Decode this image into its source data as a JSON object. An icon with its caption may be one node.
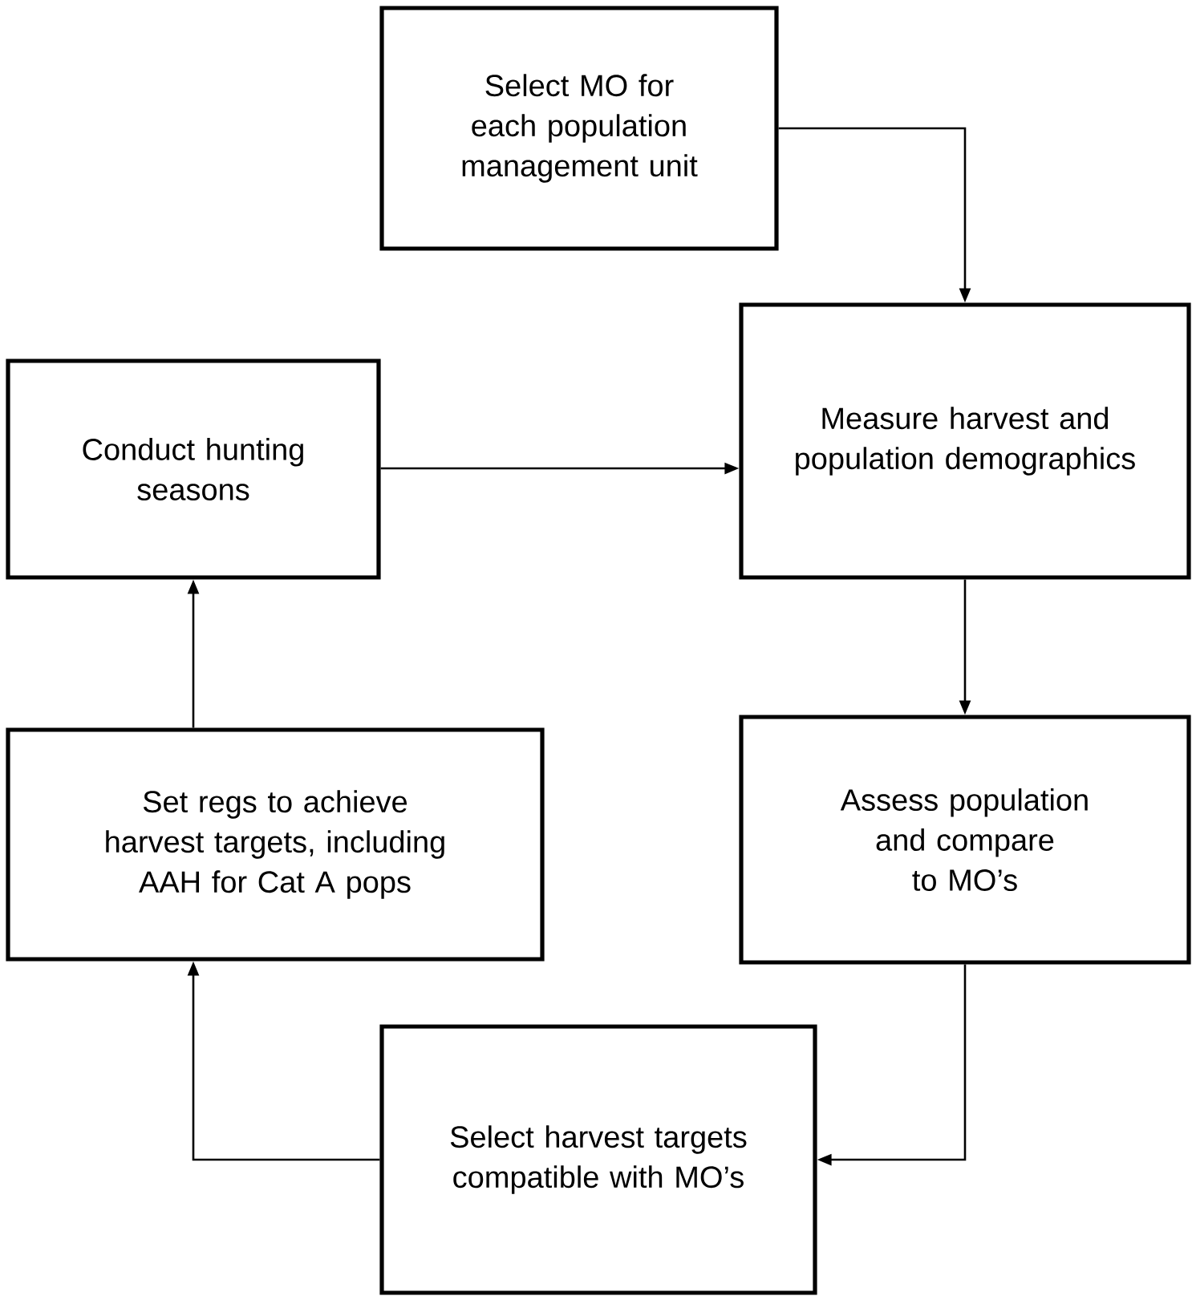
{
  "diagram": {
    "nodes": [
      {
        "text": [
          "Select MO for each population management unit"
        ]
      },
      {
        "text": [
          "Conduct hunting seasons"
        ]
      },
      {
        "text": [
          "Measure harvest and population demographics"
        ]
      },
      {
        "text": [
          "Set regs to achieve harvest targets, including AAH for Cat A pops"
        ]
      },
      {
        "text": [
          "Assess population and compare to MO’s"
        ]
      },
      {
        "text": [
          "Select harvest targets compatible with MO’s"
        ]
      }
    ],
    "edges": [
      {
        "from": 0,
        "to": 2,
        "arrow": "to"
      },
      {
        "from": 1,
        "to": 2,
        "arrow": "to"
      },
      {
        "from": 2,
        "to": 4,
        "arrow": "to"
      },
      {
        "from": 4,
        "to": 5,
        "arrow": "to"
      },
      {
        "from": 5,
        "to": 3,
        "arrow": "to"
      },
      {
        "from": 3,
        "to": 1,
        "arrow": "to"
      }
    ]
  }
}
